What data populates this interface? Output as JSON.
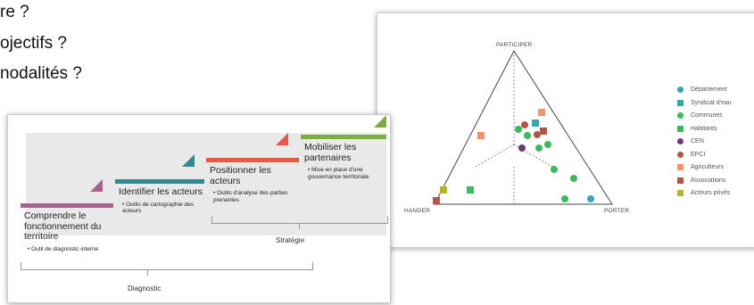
{
  "background_text": [
    "re ?",
    "ojectifs ?",
    "nodalités ?"
  ],
  "stair_diagram": {
    "steps": [
      {
        "title": "Comprendre le fonctionnement du territoire",
        "bullets": [
          "Outil de diagnostic interne"
        ],
        "color": "#a7638b"
      },
      {
        "title": "Identifier les acteurs",
        "bullets": [
          "Outils de cartographie des acteurs"
        ],
        "color": "#2e8c8e"
      },
      {
        "title": "Positionner les acteurs",
        "bullets": [
          "Outils d'analyse des parties prenantes"
        ],
        "color": "#e25a44"
      },
      {
        "title": "Mobiliser les partenaires",
        "bullets": [
          "Mise en place d'une gouvernance territoriale"
        ],
        "color": "#7dab47"
      }
    ],
    "brace_labels": {
      "strategy": "Stratégie",
      "diagnostic": "Diagnostic"
    }
  },
  "ternary": {
    "corners": {
      "top": "PARTICIPER",
      "left": "HANGER",
      "right": "PORTER"
    },
    "legend": [
      {
        "label": "Département",
        "color": "#3aa7b0",
        "shape": "circle"
      },
      {
        "label": "Syndicat d'eau",
        "color": "#3aa7b0",
        "shape": "square"
      },
      {
        "label": "Communes",
        "color": "#3cb95c",
        "shape": "circle"
      },
      {
        "label": "Habitants",
        "color": "#3cb95c",
        "shape": "square"
      },
      {
        "label": "CEN",
        "color": "#6b3a77",
        "shape": "circle"
      },
      {
        "label": "EPCI",
        "color": "#b0574a",
        "shape": "circle"
      },
      {
        "label": "Agriculteurs",
        "color": "#f0956b",
        "shape": "square"
      },
      {
        "label": "Associations",
        "color": "#b0574a",
        "shape": "square"
      },
      {
        "label": "Acteurs privés",
        "color": "#b5b32d",
        "shape": "square"
      }
    ]
  }
}
